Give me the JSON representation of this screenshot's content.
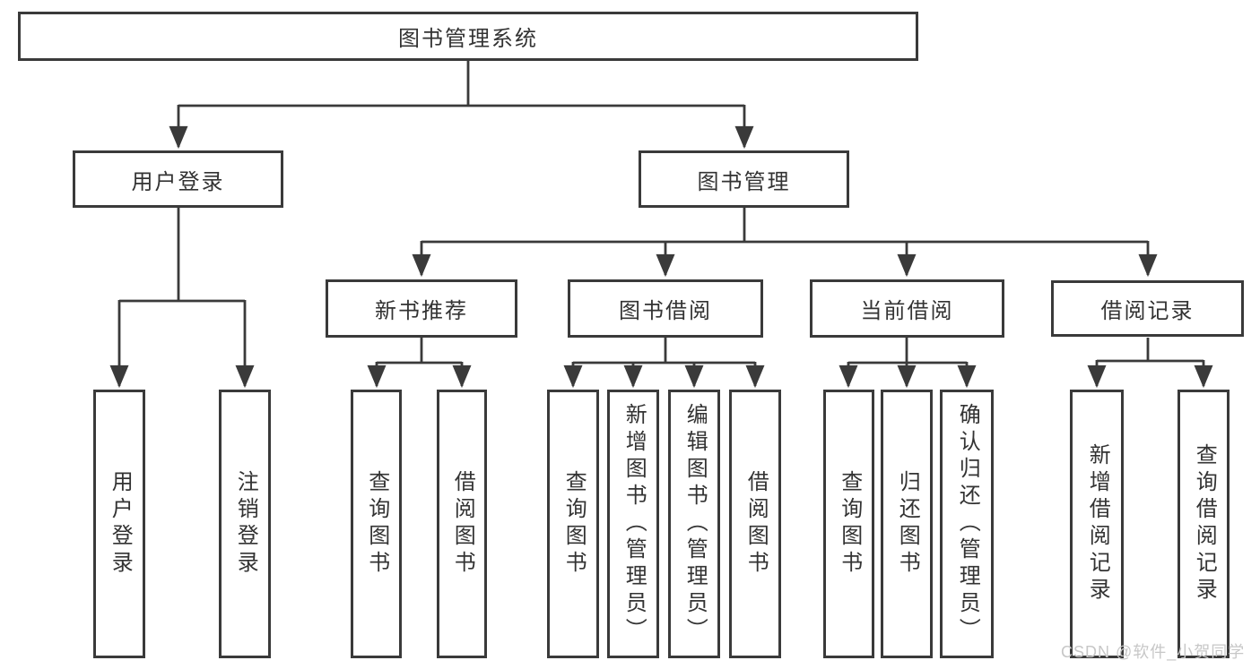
{
  "nodes": {
    "root": "图书管理系统",
    "user_login_branch": "用户登录",
    "book_management_branch": "图书管理",
    "new_book_recommend": "新书推荐",
    "book_borrowing": "图书借阅",
    "current_borrowing": "当前借阅",
    "borrowing_records": "借阅记录",
    "leaf_user_login": "用户登录",
    "leaf_logout": "注销登录",
    "leaf_nbr_query_books": "查询图书",
    "leaf_nbr_borrow_books": "借阅图书",
    "leaf_bb_query_books": "查询图书",
    "leaf_bb_add_books_admin": "新增图书（管理员）",
    "leaf_bb_edit_books_admin": "编辑图书（管理员）",
    "leaf_bb_borrow_books": "借阅图书",
    "leaf_cb_query_books": "查询图书",
    "leaf_cb_return_books": "归还图书",
    "leaf_cb_confirm_return_admin": "确认归还（管理员）",
    "leaf_br_add_record": "新增借阅记录",
    "leaf_br_query_record": "查询借阅记录"
  },
  "watermark": "CSDN @软件_小贺同学",
  "colors": {
    "line": "#3a3a3a",
    "text": "#333333",
    "watermark": "#c7c7c7",
    "background": "#ffffff"
  }
}
